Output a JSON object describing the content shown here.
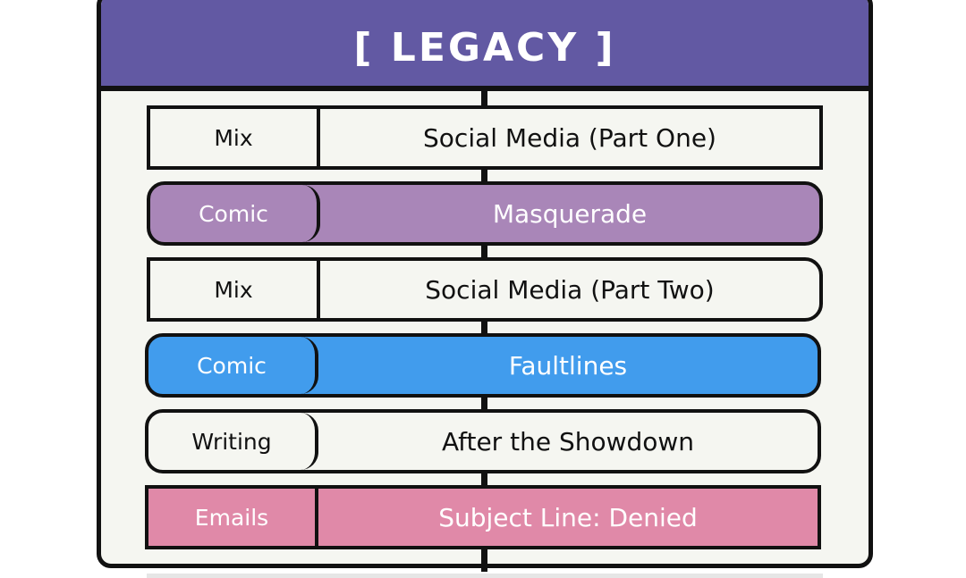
{
  "header": {
    "title": "[ LEGACY ]"
  },
  "colors": {
    "header_bg": "#6259a3",
    "card_bg": "#f5f6f1",
    "outline": "#111111",
    "comic_purple": "#a986b8",
    "comic_blue": "#419ced",
    "emails_pink": "#e089a8"
  },
  "items": [
    {
      "type": "Mix",
      "title": "Social Media (Part One)"
    },
    {
      "type": "Comic",
      "title": "Masquerade"
    },
    {
      "type": "Mix",
      "title": "Social Media (Part Two)"
    },
    {
      "type": "Comic",
      "title": "Faultlines"
    },
    {
      "type": "Writing",
      "title": "After the Showdown"
    },
    {
      "type": "Emails",
      "title": "Subject Line: Denied"
    }
  ]
}
